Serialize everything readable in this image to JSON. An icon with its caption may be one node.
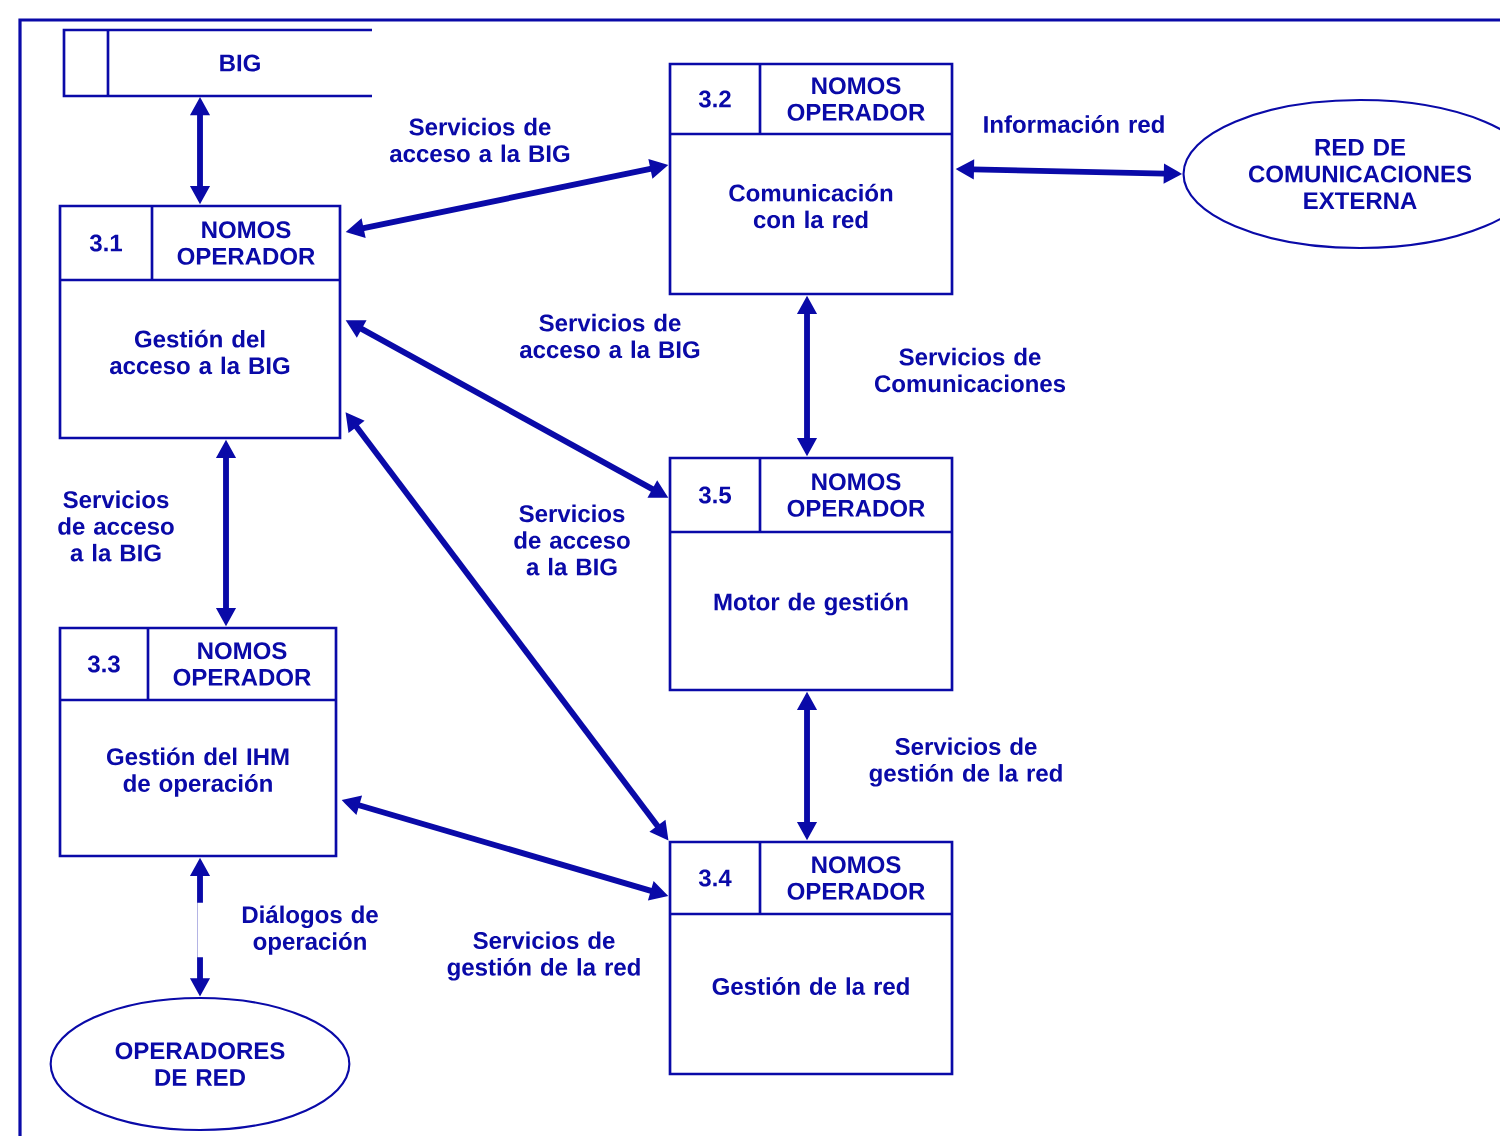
{
  "diagram": {
    "nodes": [
      {
        "text": [
          "BIG"
        ]
      },
      {
        "text": [
          "3.1",
          "NOMOS OPERADOR",
          "Gestión del acceso a la BIG"
        ]
      },
      {
        "text": [
          "3.2",
          "NOMOS OPERADOR",
          "Comunicación con la red"
        ]
      },
      {
        "text": [
          "RED DE COMUNICACIONES EXTERNA"
        ]
      },
      {
        "text": [
          "3.5",
          "NOMOS OPERADOR",
          "Motor de gestión"
        ]
      },
      {
        "text": [
          "3.3",
          "NOMOS OPERADOR",
          "Gestión del IHM de operación"
        ]
      },
      {
        "text": [
          "3.4",
          "NOMOS OPERADOR",
          "Gestión de la red"
        ]
      },
      {
        "text": [
          "OPERADORES DE RED"
        ]
      }
    ],
    "edges": [
      {
        "from": 0,
        "to": 1,
        "arrow": "both"
      },
      {
        "from": 1,
        "to": 2,
        "arrow": "both",
        "label": "Servicios de acceso a la BIG"
      },
      {
        "from": 2,
        "to": 3,
        "arrow": "both",
        "label": "Información red"
      },
      {
        "from": 1,
        "to": 4,
        "arrow": "both",
        "label": "Servicios de acceso a la BIG"
      },
      {
        "from": 2,
        "to": 4,
        "arrow": "both",
        "label": "Servicios de Comunicaciones"
      },
      {
        "from": 1,
        "to": 5,
        "arrow": "both",
        "label": "Servicios de acceso a la BIG"
      },
      {
        "from": 1,
        "to": 6,
        "arrow": "both",
        "label": "Servicios de acceso a la BIG"
      },
      {
        "from": 4,
        "to": 6,
        "arrow": "both",
        "label": "Servicios de gestión de la red"
      },
      {
        "from": 5,
        "to": 6,
        "arrow": "both",
        "label": "Servicios de gestión de la red"
      },
      {
        "from": 5,
        "to": 7,
        "arrow": "both",
        "label": "Diálogos de operación"
      }
    ]
  }
}
